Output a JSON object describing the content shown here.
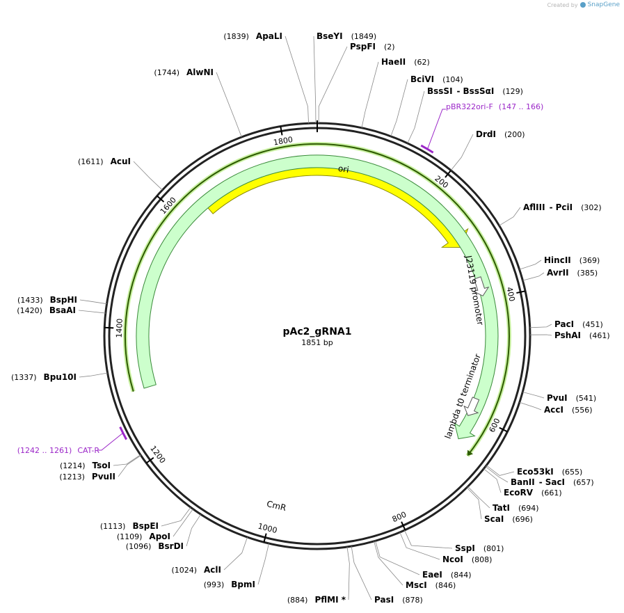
{
  "credit": {
    "prefix": "Created by",
    "brand": "SnapGene"
  },
  "plasmid": {
    "name": "pAc2_gRNA1",
    "length_label": "1851 bp",
    "length": 1851
  },
  "ticks": [
    {
      "value": 200,
      "label": "200"
    },
    {
      "value": 400,
      "label": "400"
    },
    {
      "value": 600,
      "label": "600"
    },
    {
      "value": 800,
      "label": "800"
    },
    {
      "value": 1000,
      "label": "1000"
    },
    {
      "value": 1200,
      "label": "1200"
    },
    {
      "value": 1400,
      "label": "1400"
    },
    {
      "value": 1600,
      "label": "1600"
    },
    {
      "value": 1800,
      "label": "1800"
    }
  ],
  "features": {
    "ori": {
      "label": "ori",
      "start": 1643,
      "end": 300,
      "color": "#ffff00"
    },
    "cmr": {
      "label": "CmR",
      "start": 1302,
      "end": 661,
      "color": "#ccffcc"
    },
    "promoter": {
      "label": "J23119 promoter"
    },
    "terminator": {
      "label": "lambda t0 terminator"
    }
  },
  "primers": [
    {
      "name": "pBR322ori-F",
      "range": "(147 .. 166)",
      "side": "right"
    },
    {
      "name": "CAT-R",
      "range": "(1242 .. 1261)",
      "side": "left"
    }
  ],
  "enzymes": [
    {
      "name": "ApaLI",
      "pos": "(1839)",
      "site": 1839,
      "side": "left"
    },
    {
      "name": "BseYI",
      "pos": "(1849)",
      "site": 1849,
      "side": "right"
    },
    {
      "name": "PspFI",
      "pos": "(2)",
      "site": 2,
      "side": "right"
    },
    {
      "name": "HaeII",
      "pos": "(62)",
      "site": 62,
      "side": "right"
    },
    {
      "name": "BciVI",
      "pos": "(104)",
      "site": 104,
      "side": "right"
    },
    {
      "name": "BssSI",
      "name2": "BssSαI",
      "pos": "(129)",
      "site": 129,
      "side": "right"
    },
    {
      "name": "DrdI",
      "pos": "(200)",
      "site": 200,
      "side": "right"
    },
    {
      "name": "AflIII",
      "name2": "PciI",
      "pos": "(302)",
      "site": 302,
      "side": "right"
    },
    {
      "name": "HincII",
      "pos": "(369)",
      "site": 369,
      "side": "right"
    },
    {
      "name": "AvrII",
      "pos": "(385)",
      "site": 385,
      "side": "right"
    },
    {
      "name": "PacI",
      "pos": "(451)",
      "site": 451,
      "side": "right"
    },
    {
      "name": "PshAI",
      "pos": "(461)",
      "site": 461,
      "side": "right"
    },
    {
      "name": "PvuI",
      "pos": "(541)",
      "site": 541,
      "side": "right"
    },
    {
      "name": "AccI",
      "pos": "(556)",
      "site": 556,
      "side": "right"
    },
    {
      "name": "Eco53kI",
      "pos": "(655)",
      "site": 655,
      "side": "right"
    },
    {
      "name": "BanII",
      "name2": "SacI",
      "pos": "(657)",
      "site": 657,
      "side": "right"
    },
    {
      "name": "EcoRV",
      "pos": "(661)",
      "site": 661,
      "side": "right"
    },
    {
      "name": "TatI",
      "pos": "(694)",
      "site": 694,
      "side": "right"
    },
    {
      "name": "ScaI",
      "pos": "(696)",
      "site": 696,
      "side": "right"
    },
    {
      "name": "SspI",
      "pos": "(801)",
      "site": 801,
      "side": "right"
    },
    {
      "name": "NcoI",
      "pos": "(808)",
      "site": 808,
      "side": "right"
    },
    {
      "name": "EaeI",
      "pos": "(844)",
      "site": 844,
      "side": "right"
    },
    {
      "name": "MscI",
      "pos": "(846)",
      "site": 846,
      "side": "right"
    },
    {
      "name": "PasI",
      "pos": "(878)",
      "site": 878,
      "side": "right"
    },
    {
      "name": "PflMI *",
      "pos": "(884)",
      "site": 884,
      "side": "left"
    },
    {
      "name": "BpmI",
      "pos": "(993)",
      "site": 993,
      "side": "left"
    },
    {
      "name": "AclI",
      "pos": "(1024)",
      "site": 1024,
      "side": "left"
    },
    {
      "name": "BsrDI",
      "pos": "(1096)",
      "site": 1096,
      "side": "left"
    },
    {
      "name": "ApoI",
      "pos": "(1109)",
      "site": 1109,
      "side": "left"
    },
    {
      "name": "BspEI",
      "pos": "(1113)",
      "site": 1113,
      "side": "left"
    },
    {
      "name": "PvuII",
      "pos": "(1213)",
      "site": 1213,
      "side": "left"
    },
    {
      "name": "TsoI",
      "pos": "(1214)",
      "site": 1214,
      "side": "left"
    },
    {
      "name": "Bpu10I",
      "pos": "(1337)",
      "site": 1337,
      "side": "left"
    },
    {
      "name": "BsaAI",
      "pos": "(1420)",
      "site": 1420,
      "side": "left"
    },
    {
      "name": "BspHI",
      "pos": "(1433)",
      "site": 1433,
      "side": "left"
    },
    {
      "name": "AcuI",
      "pos": "(1611)",
      "site": 1611,
      "side": "left"
    },
    {
      "name": "AlwNI",
      "pos": "(1744)",
      "site": 1744,
      "side": "left"
    }
  ]
}
